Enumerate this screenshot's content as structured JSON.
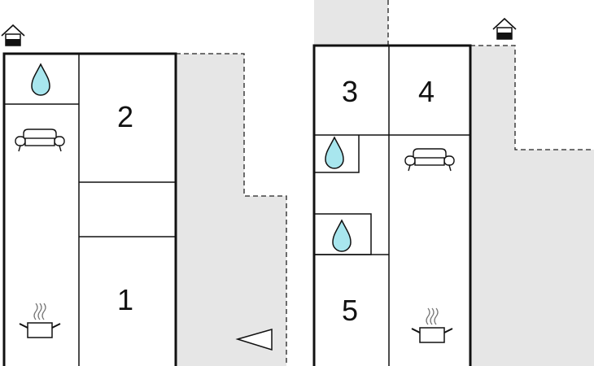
{
  "colors": {
    "wall": "#111111",
    "outdoor": "#e6e6e6",
    "water": "#a8e6ee"
  },
  "rooms": [
    {
      "label": "2"
    },
    {
      "label": "1"
    },
    {
      "label": "3"
    },
    {
      "label": "4"
    },
    {
      "label": "5"
    }
  ],
  "icons": {
    "entrance": "house-entrance-icon",
    "bathroom": "water-drop-icon",
    "living": "sofa-icon",
    "kitchen": "cooking-pot-icon",
    "orientation": "direction-arrow-icon"
  }
}
